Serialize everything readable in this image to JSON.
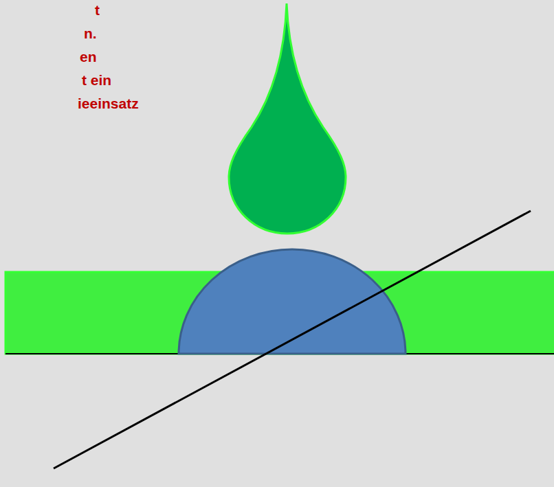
{
  "diagram": {
    "labels": [
      "t",
      "n.",
      "en",
      "t ein",
      "ieeinsatz"
    ]
  }
}
